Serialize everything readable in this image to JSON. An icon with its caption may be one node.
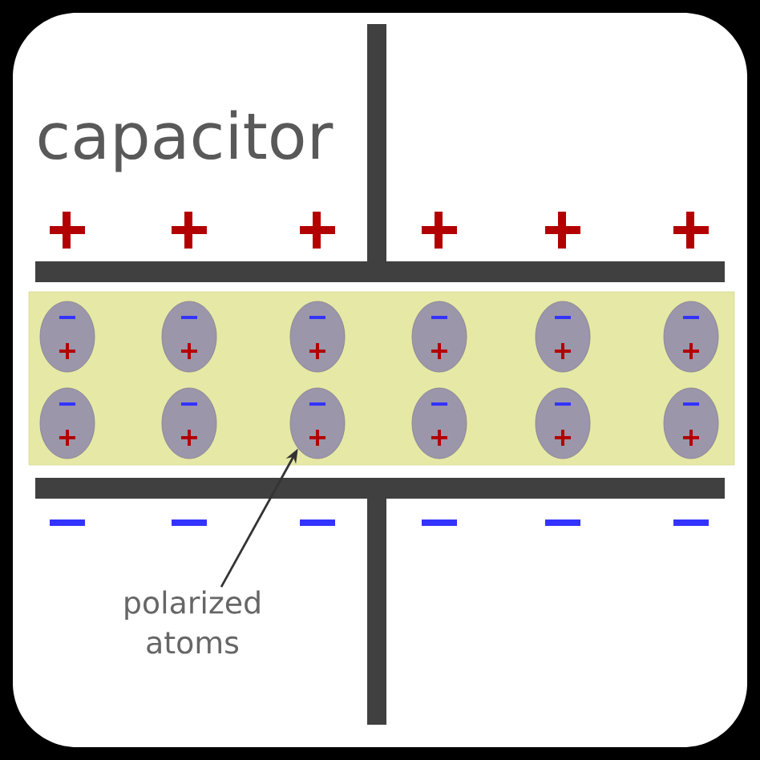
{
  "diagram": {
    "title": "capacitor",
    "nodes": [
      {
        "text": [],
        "shape": "circle"
      },
      {
        "text": [],
        "shape": "circle"
      },
      {
        "text": [],
        "shape": "circle"
      },
      {
        "text": [],
        "shape": "circle"
      },
      {
        "text": [],
        "shape": "circle"
      },
      {
        "text": [],
        "shape": "circle"
      },
      {
        "text": [],
        "shape": "circle"
      },
      {
        "text": [],
        "shape": "circle"
      },
      {
        "text": [],
        "shape": "circle"
      },
      {
        "text": [],
        "shape": "circle"
      },
      {
        "text": [],
        "shape": "circle"
      },
      {
        "text": [],
        "shape": "circle"
      },
      {
        "text": [
          "polarized atoms"
        ]
      }
    ],
    "edges": [
      {
        "from": 12,
        "to": 8,
        "arrow": "to"
      }
    ]
  }
}
